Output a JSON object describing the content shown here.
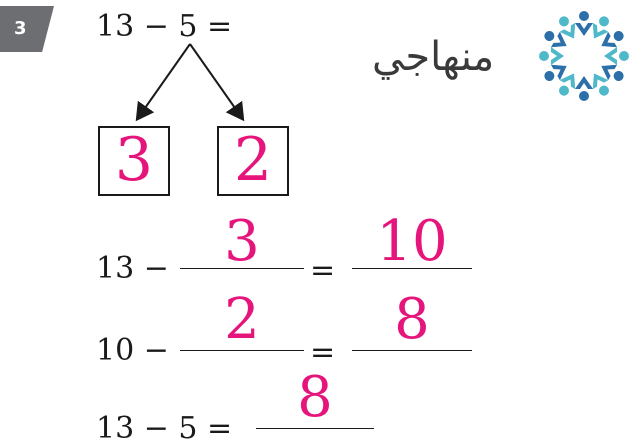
{
  "question_number": "3",
  "problem": "13 − 5 =",
  "decomposition": {
    "left_part": "3",
    "right_part": "2"
  },
  "steps": [
    {
      "prefix": "13 −",
      "blank_answer": "3",
      "equals": "=",
      "result": "10"
    },
    {
      "prefix": "10 −",
      "blank_answer": "2",
      "equals": "=",
      "result": "8"
    }
  ],
  "final": {
    "prefix": "13 − 5 =",
    "answer": "8"
  },
  "logo": {
    "text": "منهاجي"
  },
  "colors": {
    "answer": "#e5157c",
    "badge": "#6d6e71",
    "logo_blue": "#2d6fa8",
    "logo_teal": "#4fb8c9"
  }
}
